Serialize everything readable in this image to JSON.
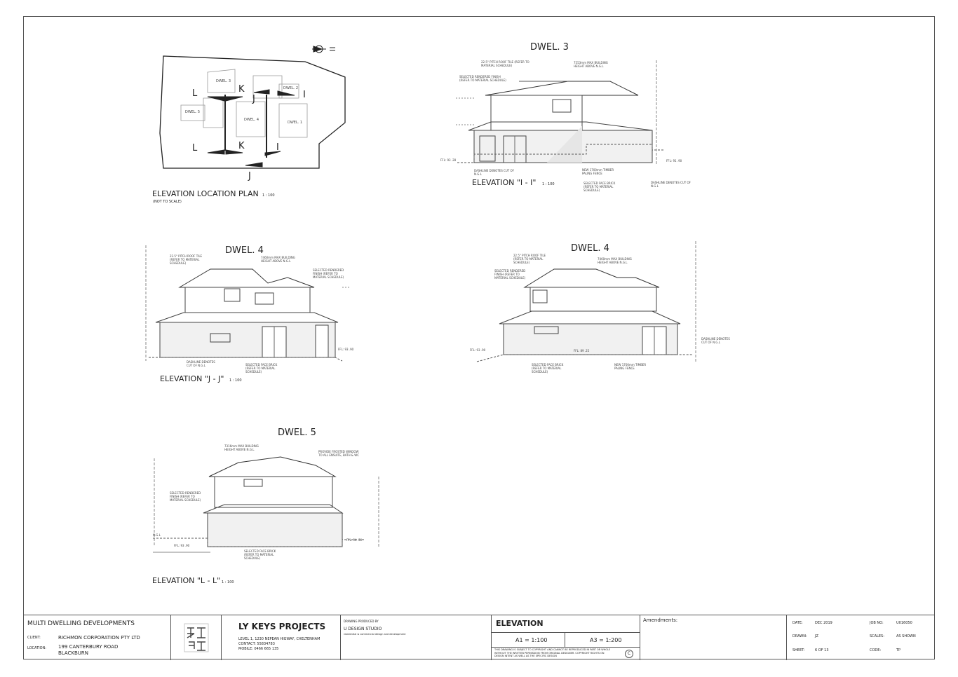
{
  "location_plan": {
    "title": "ELEVATION LOCATION PLAN",
    "scale": "1 : 100",
    "note": "(NOT TO SCALE)",
    "dwellings": [
      "DWEL. 1",
      "DWEL. 2",
      "DWEL. 3",
      "DWEL. 4",
      "DWEL. 5"
    ],
    "markers": [
      "L",
      "K",
      "J",
      "I",
      "L",
      "K",
      "I",
      "J"
    ]
  },
  "elev_ii": {
    "dwel": "DWEL. 3",
    "caption": "ELEVATION \"I - I\"",
    "scale": "1 : 100",
    "notes": {
      "roof": "22.5° PITCH ROOF TILE (REFER TO MATERIAL SCHEDULE)",
      "render": "SELECTED RENDERED FINISH (REFER TO MATERIAL SCHEDULE)",
      "height": "7553mm MAX BUILDING HEIGHT ABOVE N.G.L",
      "dash": "DASHLINE DENOTES CUT OF N.G.L",
      "fence": "NEW 1700mm TIMBER PALING FENCE",
      "brick": "SELECTED FACE BRICK (REFER TO MATERIAL SCHEDULE)",
      "dash2": "DASHLINE DENOTES CUT OF N.G.L",
      "ffl1": "FFL: 93 .28",
      "ffl2": "FFL: 91 .90"
    }
  },
  "elev_jj": {
    "dwel": "DWEL. 4",
    "caption": "ELEVATION \"J - J\"",
    "scale": "1 : 100",
    "notes": {
      "roof": "22.5° PITCH ROOF TILE (REFER TO MATERIAL SCHEDULE)",
      "height": "7460mm MAX BUILDING HEIGHT ABOVE N.G.L",
      "render": "SELECTED RENDERED FINISH (REFER TO MATERIAL SCHEDULE)",
      "dash": "DASHLINE DENOTES CUT OF N.G.L",
      "brick": "SELECTED FACE BRICK (REFER TO MATERIAL SCHEDULE)",
      "ffl": "FFL: 93 .90"
    }
  },
  "elev_kk": {
    "dwel": "DWEL. 4",
    "notes": {
      "roof": "22.5° PITCH ROOF TILE (REFER TO MATERIAL SCHEDULE)",
      "height": "7460mm MAX BUILDING HEIGHT ABOVE N.G.L",
      "render": "SELECTED RENDERED FINISH (REFER TO MATERIAL SCHEDULE)",
      "dash": "DASHLINE DENOTES CUT OF N.G.L",
      "brick": "SELECTED FACE BRICK (REFER TO MATERIAL SCHEDULE)",
      "fence": "NEW 1700mm TIMBER PALING FENCE",
      "ffl1": "FFL: 93 .90",
      "ffl2": "FFL: 89 .25"
    }
  },
  "elev_ll": {
    "dwel": "DWEL. 5",
    "caption": "ELEVATION \"L - L\"",
    "scale": "1 : 100",
    "notes": {
      "height": "7316mm MAX BUILDING HEIGHT ABOVE N.G.L",
      "window": "PROVIDE FROSTED WINDOW TO ALL ENSUITE, BATH & WC",
      "render": "SELECTED RENDERED FINISH (REFER TO MATERIAL SCHEDULE)",
      "brick": "SELECTED FACE BRICK (REFER TO MATERIAL SCHEDULE)",
      "ngl": "N.G.L",
      "ffl1": "FFL: 93 .90",
      "ffl2": "FFL: 94 .30"
    }
  },
  "title_block": {
    "project": "MULTI DWELLING DEVELOPMENTS",
    "client_label": "CLIENT:",
    "client": "RICHMON CORPORATION PTY LTD",
    "location_label": "LOCATION:",
    "location_1": "199 CANTERBURY ROAD",
    "location_2": "BLACKBURN",
    "firm": "LY KEYS PROJECTS",
    "firm_addr": "LEVEL 1, 1230 NEPEAN HIGWAY, CHELTENHAM",
    "firm_contact": "CONTACT: 55834783",
    "firm_mobile": "MOBILE: 0466 665 135",
    "produced_by": "DRAWING PRODUCED BY",
    "studio": "U DESIGN STUDIO",
    "studio_sub": "residential & commercial design and development",
    "sheet_title": "ELEVATION",
    "a1": "A1 = 1:100",
    "a3": "A3 = 1:200",
    "revision": "C",
    "copyright": "THIS DRAWING IS SUBJECT TO COPYRIGHT AND CANNOT BE REPRODUCED IN PART OR WHOLE WITHOUT THE WRITTEN PERMISSION FROM ORIGINAL DESIGNER. COPYRIGHT RIGHTS ON DESIGN INTENT AS WELL AS THE SPECIFIC DESIGN",
    "amendments": "Amendments:",
    "date_label": "DATE:",
    "date": "DEC 2019",
    "drawn_label": "DRAWN:",
    "drawn": "JZ",
    "sheet_label": "SHEET:",
    "sheet": "6 OF 13",
    "job_label": "JOB NO:",
    "job": "U016050",
    "scales_label": "SCALES:",
    "scales": "AS SHOWN",
    "code_label": "CODE:",
    "code": "TP"
  }
}
